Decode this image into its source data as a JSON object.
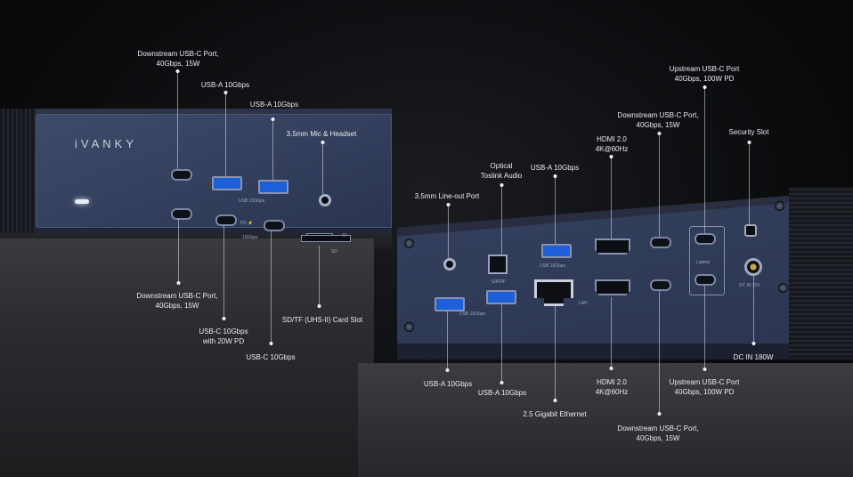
{
  "brand": {
    "logo": "iVANKY"
  },
  "port_text": {
    "usb10": "USB 10Gbps",
    "pd": "PD ⚡",
    "tengbps": "10Gbps",
    "tf": "TF",
    "sd": "SD",
    "spdif": "S/PDIF",
    "lan": "LAN",
    "laptop": "Laptop",
    "dcin": "DC IN 22V"
  },
  "callouts": [
    {
      "id": "l-usbc-top",
      "lines": [
        "Downstream USB-C Port,",
        "40Gbps, 15W"
      ]
    },
    {
      "id": "l-usba-1",
      "lines": [
        "USB-A 10Gbps"
      ]
    },
    {
      "id": "l-usba-2",
      "lines": [
        "USB-A 10Gbps"
      ]
    },
    {
      "id": "l-mic",
      "lines": [
        "3.5mm Mic & Headset"
      ]
    },
    {
      "id": "l-usbc-bottom",
      "lines": [
        "Downstream USB-C Port,",
        "40Gbps, 15W"
      ]
    },
    {
      "id": "l-usbc-pd",
      "lines": [
        "USB-C 10Gbps",
        "with 20W PD"
      ]
    },
    {
      "id": "l-usbc-10",
      "lines": [
        "USB-C 10Gbps"
      ]
    },
    {
      "id": "l-card",
      "lines": [
        "SD/TF (UHS-II) Card Slot"
      ]
    },
    {
      "id": "r-lineout",
      "lines": [
        "3.5mm Line-out Port"
      ]
    },
    {
      "id": "r-optical",
      "lines": [
        "Optical",
        "Toslink Audio"
      ]
    },
    {
      "id": "r-usba-top",
      "lines": [
        "USB-A 10Gbps"
      ]
    },
    {
      "id": "r-hdmi-top",
      "lines": [
        "HDMI 2.0",
        "4K@60Hz"
      ]
    },
    {
      "id": "r-usbc-down-top",
      "lines": [
        "Downstream USB-C Port,",
        "40Gbps, 15W"
      ]
    },
    {
      "id": "r-upstream-top",
      "lines": [
        "Upstream USB-C Port",
        "40Gbps, 100W PD"
      ]
    },
    {
      "id": "r-security",
      "lines": [
        "Security Slot"
      ]
    },
    {
      "id": "r-usba-b1",
      "lines": [
        "USB-A 10Gbps"
      ]
    },
    {
      "id": "r-usba-b2",
      "lines": [
        "USB-A 10Gbps"
      ]
    },
    {
      "id": "r-lan",
      "lines": [
        "2.5 Gigabit Ethernet"
      ]
    },
    {
      "id": "r-hdmi-bottom",
      "lines": [
        "HDMI 2.0",
        "4K@60Hz"
      ]
    },
    {
      "id": "r-usbc-down-bottom",
      "lines": [
        "Downstream USB-C Port,",
        "40Gbps, 15W"
      ]
    },
    {
      "id": "r-upstream-bottom",
      "lines": [
        "Upstream USB-C Port",
        "40Gbps, 100W PD"
      ]
    },
    {
      "id": "r-dc",
      "lines": [
        "DC IN 180W"
      ]
    }
  ]
}
